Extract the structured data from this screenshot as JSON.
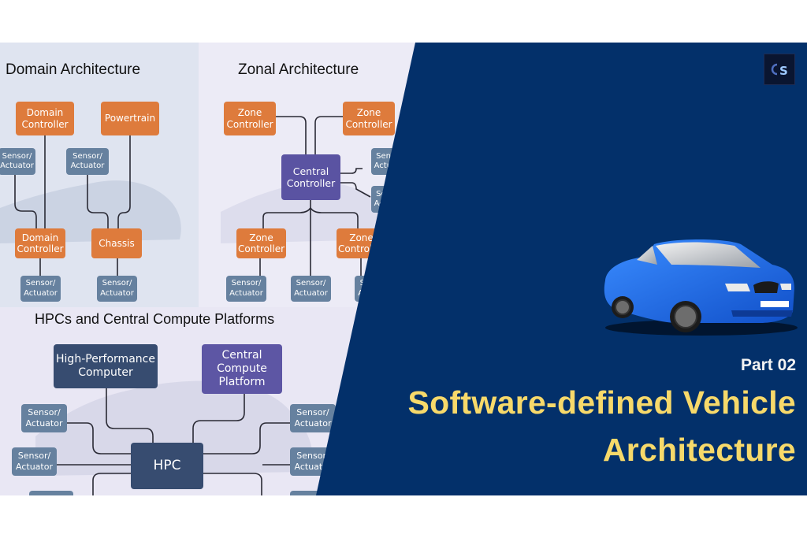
{
  "colors": {
    "orange": "#de7b3c",
    "sensor_blue": "#66819f",
    "central_purple": "#5a53a2",
    "hpc_navy": "#374c70",
    "panel_navy": "#03306a",
    "title_yellow": "#f7d96a",
    "car_blue": "#1f6fe6"
  },
  "domain": {
    "heading": "Domain Architecture",
    "domain_controller_top": "Domain Controller",
    "powertrain": "Powertrain",
    "sensor_left": "Sensor/ Actuator",
    "sensor_mid": "Sensor/ Actuator",
    "domain_controller_bottom": "Domain Controller",
    "chassis": "Chassis",
    "sensor_bottom_left": "Sensor/ Actuator",
    "sensor_bottom_right": "Sensor/ Actuator"
  },
  "zonal": {
    "heading": "Zonal Architecture",
    "zone_top_left": "Zone Controller",
    "zone_top_right": "Zone Controller",
    "central": "Central Controller",
    "sensor_right_1": "Sensor/ Actuator",
    "sensor_right_2": "Sensor/ Actuator",
    "zone_bottom_left": "Zone Controller",
    "zone_bottom_right": "Zone Controller",
    "sensor_bottom_1": "Sensor/ Actuator",
    "sensor_bottom_2": "Sensor/ Actuator",
    "sensor_bottom_3": "Sensor/ Actuator"
  },
  "hpc": {
    "heading": "HPCs and Central Compute Platforms",
    "high_performance_computer": "High-Performance Computer",
    "central_compute_platform": "Central Compute Platform",
    "hpc_label": "HPC",
    "sensor_left_1": "Sensor/ Actuator",
    "sensor_left_2": "Sensor/ Actuator",
    "sensor_right_1": "Sensor/ Actuator",
    "sensor_right_2": "Sensor/ Actuator"
  },
  "panel": {
    "logo_text": "S",
    "part": "Part 02",
    "title_line1": "Software-defined Vehicle",
    "title_line2": "Architecture"
  }
}
